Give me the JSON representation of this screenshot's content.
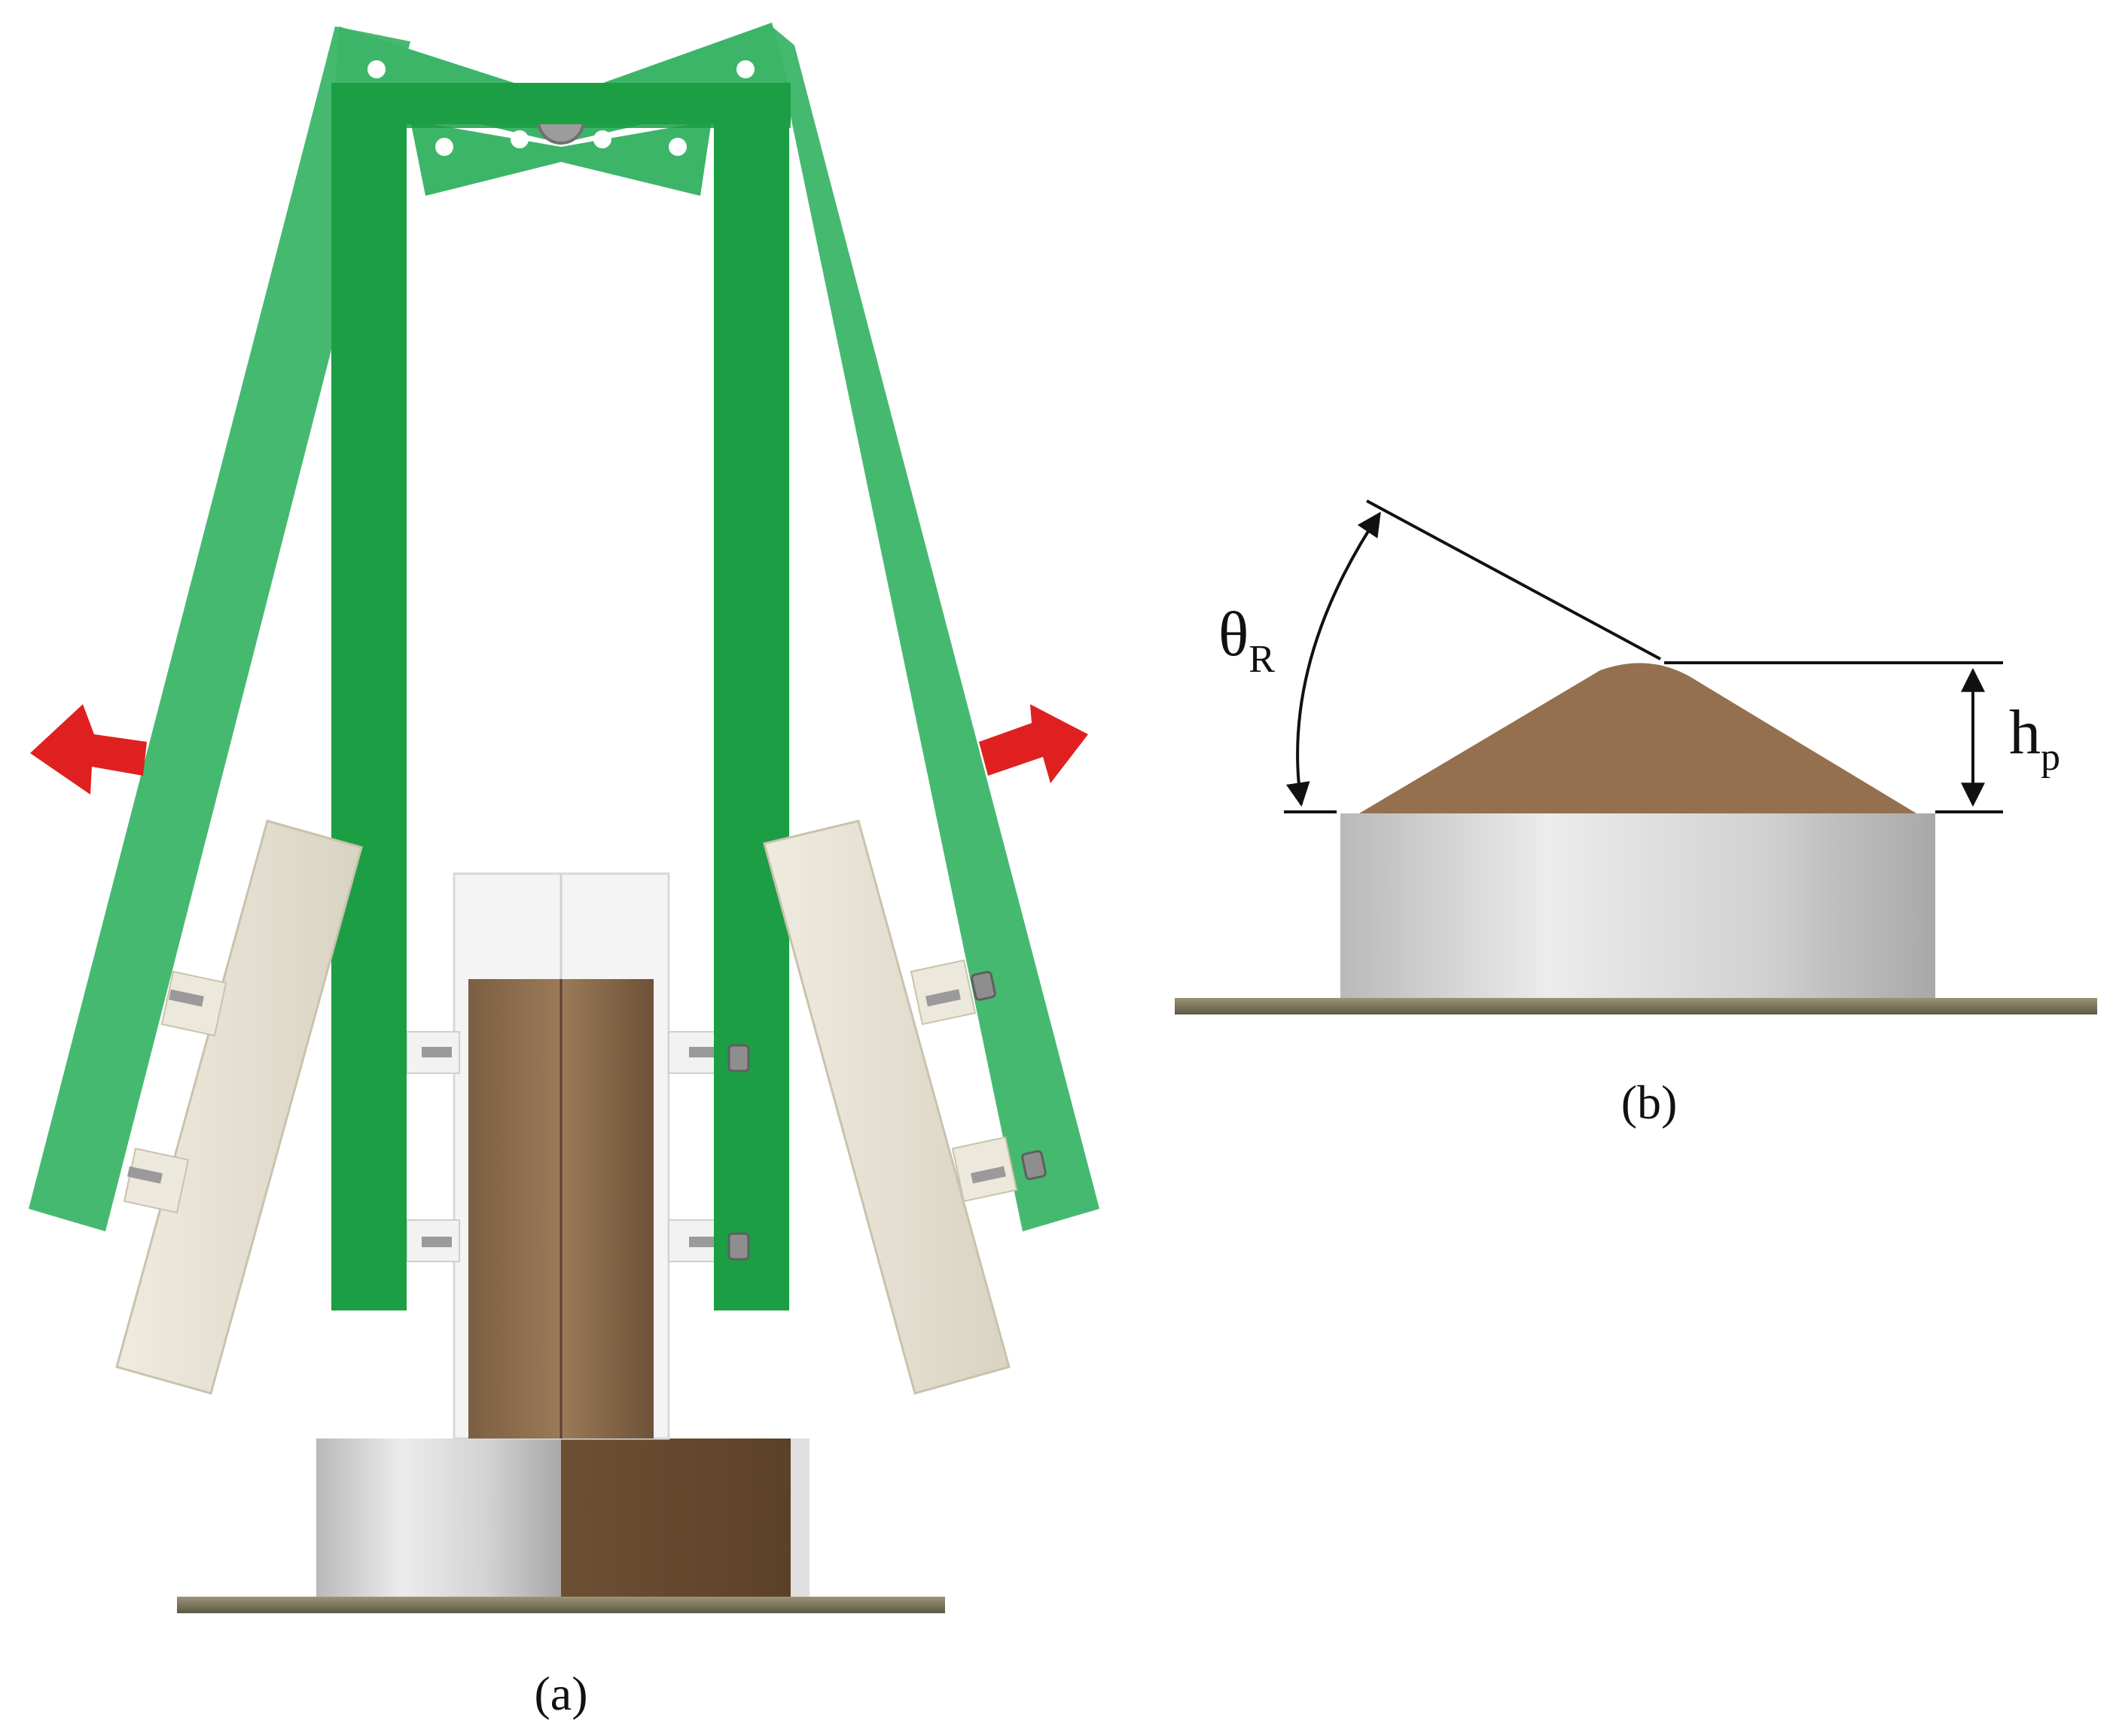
{
  "figure": {
    "panel_a": {
      "caption": "(a)",
      "colors": {
        "frame": "#1c9e45",
        "frame_light": "#3cb568",
        "plate": "#e6e1d2",
        "arrow": "#e02020",
        "sand": "#8a6a4c",
        "tube": "#f2f2f2",
        "base_block": "#d0d0d0",
        "floor": "#7d7660"
      }
    },
    "panel_b": {
      "caption": "(b)",
      "angle_symbol": "θ",
      "angle_subscript": "R",
      "height_symbol": "h",
      "height_subscript": "p",
      "colors": {
        "pile": "#94704f",
        "cylinder": "#cfcfcf",
        "floor": "#7d7660",
        "line": "#111111"
      }
    }
  }
}
